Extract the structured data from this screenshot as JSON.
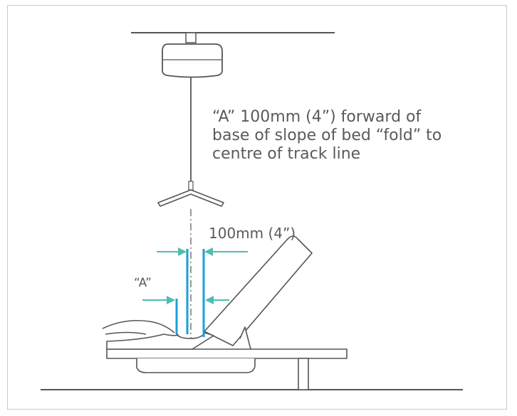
{
  "annotation": {
    "lines": [
      "“A” 100mm (4”) forward of",
      "base of slope of bed “fold” to",
      "centre of track line"
    ]
  },
  "dimension_label": "100mm (4”)",
  "a_label": "“A”",
  "colors": {
    "line_art": "#555555",
    "accent_blue": "#1aa0d8",
    "arrow_teal": "#4ebdb0",
    "text": "#5a5a5a"
  }
}
